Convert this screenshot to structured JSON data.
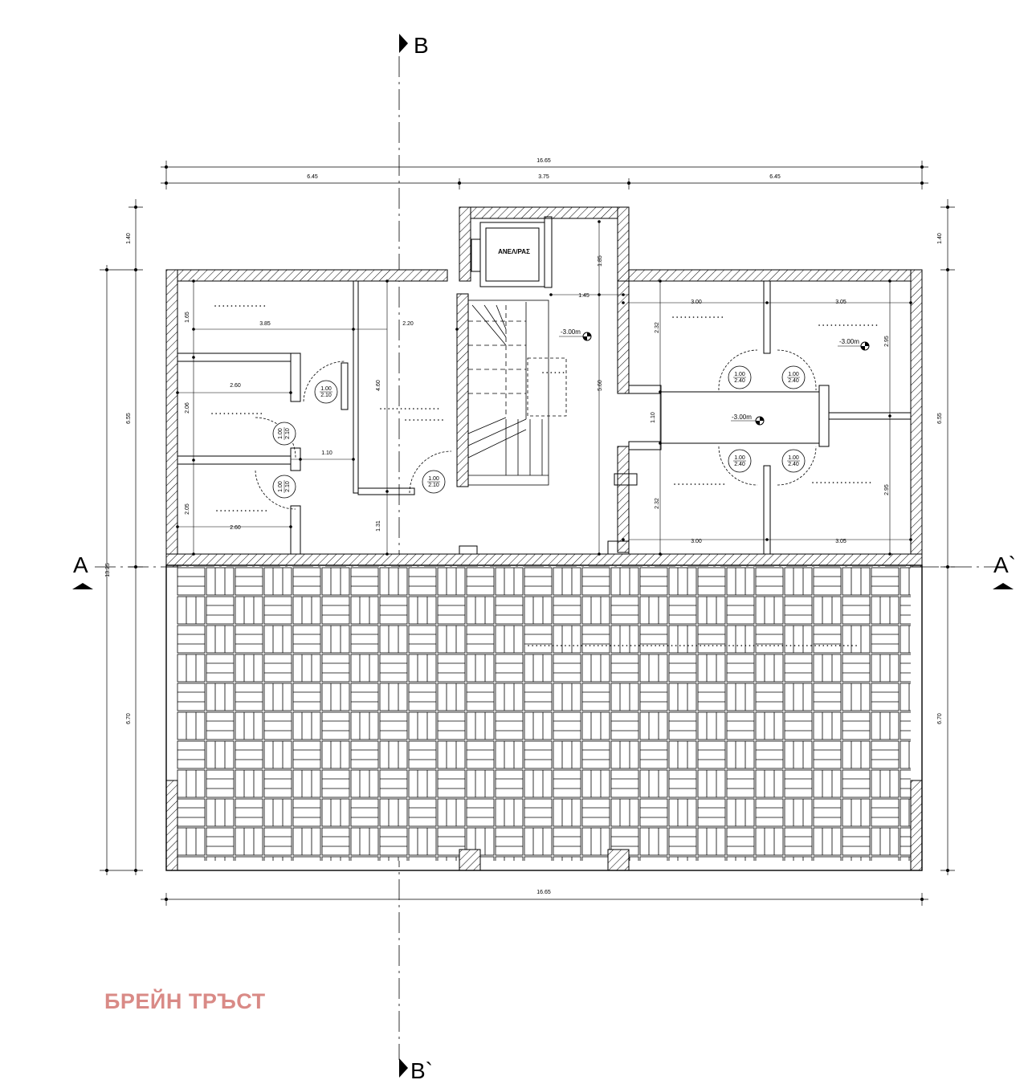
{
  "colors": {
    "line": "#000000",
    "brand": "#d98a86",
    "background": "#ffffff"
  },
  "section_marks": {
    "b_top": "B",
    "b_bottom": "B`",
    "a_left": "A",
    "a_right": "A`"
  },
  "dimensions": {
    "top_overall": "16.65",
    "top_left": "6.45",
    "top_mid": "3.75",
    "top_right": "6.45",
    "bottom_overall": "16.65",
    "left_top": "1.40",
    "left_mid": "6.55",
    "left_low": "6.70",
    "left_overall": "13.25",
    "right_top": "1.40",
    "right_mid": "6.55",
    "right_low": "6.70",
    "interior": [
      {
        "id": "d1",
        "text": "1.65"
      },
      {
        "id": "d2",
        "text": "3.85"
      },
      {
        "id": "d3",
        "text": "2.20"
      },
      {
        "id": "d4",
        "text": "2.60"
      },
      {
        "id": "d5",
        "text": "2.06"
      },
      {
        "id": "d6",
        "text": "1.10"
      },
      {
        "id": "d7",
        "text": "4.60"
      },
      {
        "id": "d8",
        "text": "2.05"
      },
      {
        "id": "d9",
        "text": "2.60"
      },
      {
        "id": "d10",
        "text": "1.31"
      },
      {
        "id": "d11",
        "text": "1.85"
      },
      {
        "id": "d12",
        "text": "1.45"
      },
      {
        "id": "d13",
        "text": "5.60"
      },
      {
        "id": "d14",
        "text": "3.00"
      },
      {
        "id": "d15",
        "text": "3.05"
      },
      {
        "id": "d16",
        "text": "2.32"
      },
      {
        "id": "d17",
        "text": "2.95"
      },
      {
        "id": "d18",
        "text": "1.10"
      },
      {
        "id": "d19",
        "text": "2.32"
      },
      {
        "id": "d20",
        "text": "2.95"
      },
      {
        "id": "d21",
        "text": "3.00"
      },
      {
        "id": "d22",
        "text": "3.05"
      }
    ]
  },
  "doors": [
    {
      "id": "door1",
      "w": "1.00",
      "h": "2.10"
    },
    {
      "id": "door2",
      "w": "1.00",
      "h": "2.10"
    },
    {
      "id": "door3",
      "w": "1.00",
      "h": "2.10"
    },
    {
      "id": "door4",
      "w": "1.00",
      "h": "2.10"
    },
    {
      "id": "door5",
      "w": "1.00",
      "h": "2.40"
    },
    {
      "id": "door6",
      "w": "1.00",
      "h": "2.40"
    },
    {
      "id": "door7",
      "w": "1.00",
      "h": "2.40"
    },
    {
      "id": "door8",
      "w": "1.00",
      "h": "2.40"
    }
  ],
  "labels": {
    "elevator": "ΑΝΕΛ/ΡΑΣ",
    "level_stair": "-3.00m",
    "level_corridor": "-3.00m",
    "level_room": "-3.00m"
  },
  "brand_text": "БРЕЙН ТРЪСТ"
}
